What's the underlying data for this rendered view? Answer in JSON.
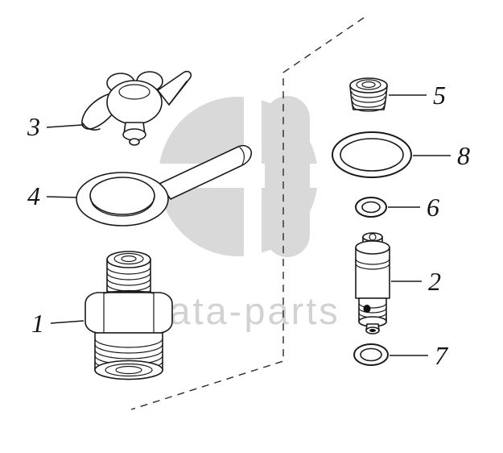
{
  "watermark": {
    "text": "data-parts",
    "color": "#d9d9d9"
  },
  "line_color": "#1a1a1a",
  "labels": {
    "p1": "1",
    "p2": "2",
    "p3": "3",
    "p4": "4",
    "p5": "5",
    "p6": "6",
    "p7": "7",
    "p8": "8"
  }
}
